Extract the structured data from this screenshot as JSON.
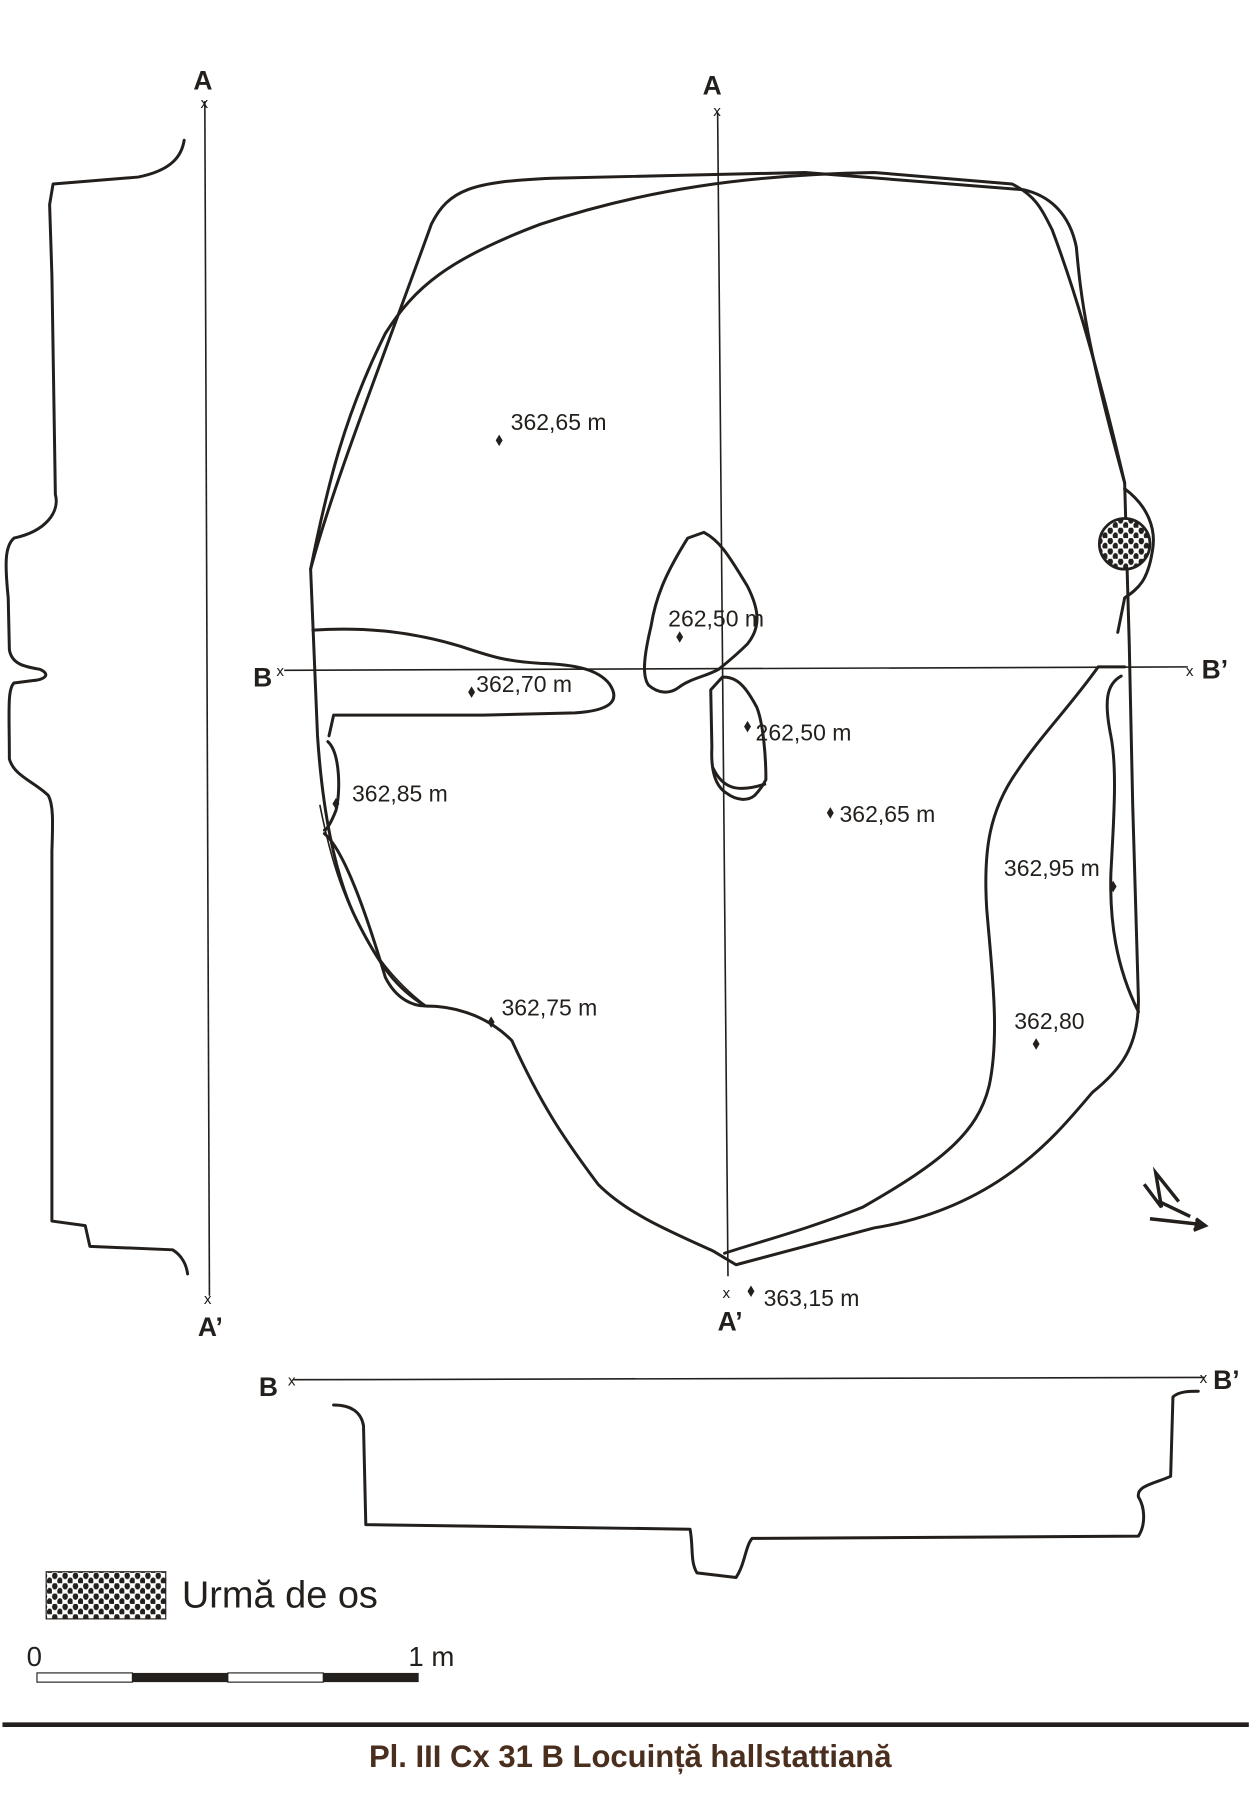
{
  "axes": {
    "a_top_left": "A",
    "a_bottom_left": "A’",
    "a_top_plan": "A",
    "a_bottom_plan": "A’",
    "b_left_plan": "B",
    "b_right_plan": "B’",
    "b_left_section": "B",
    "b_right_section": "B’",
    "cross_mark": "x"
  },
  "elevations": [
    {
      "label": "362,65 m"
    },
    {
      "label": "262,50 m"
    },
    {
      "label": "362,70 m"
    },
    {
      "label": "262,50 m"
    },
    {
      "label": "362,85 m"
    },
    {
      "label": "362,65 m"
    },
    {
      "label": "362,95 m"
    },
    {
      "label": "362,75 m"
    },
    {
      "label": "362,80"
    },
    {
      "label": "363,15 m"
    }
  ],
  "legend": {
    "bone_label": "Urmă de os"
  },
  "scale_bar": {
    "start_label": "0",
    "end_label": "1 m",
    "segments": 4
  },
  "title": "Pl. III  Cx 31 B  Locuință hallstattiană",
  "colors": {
    "ink": "#231f1c",
    "title": "#4b2f1e"
  }
}
